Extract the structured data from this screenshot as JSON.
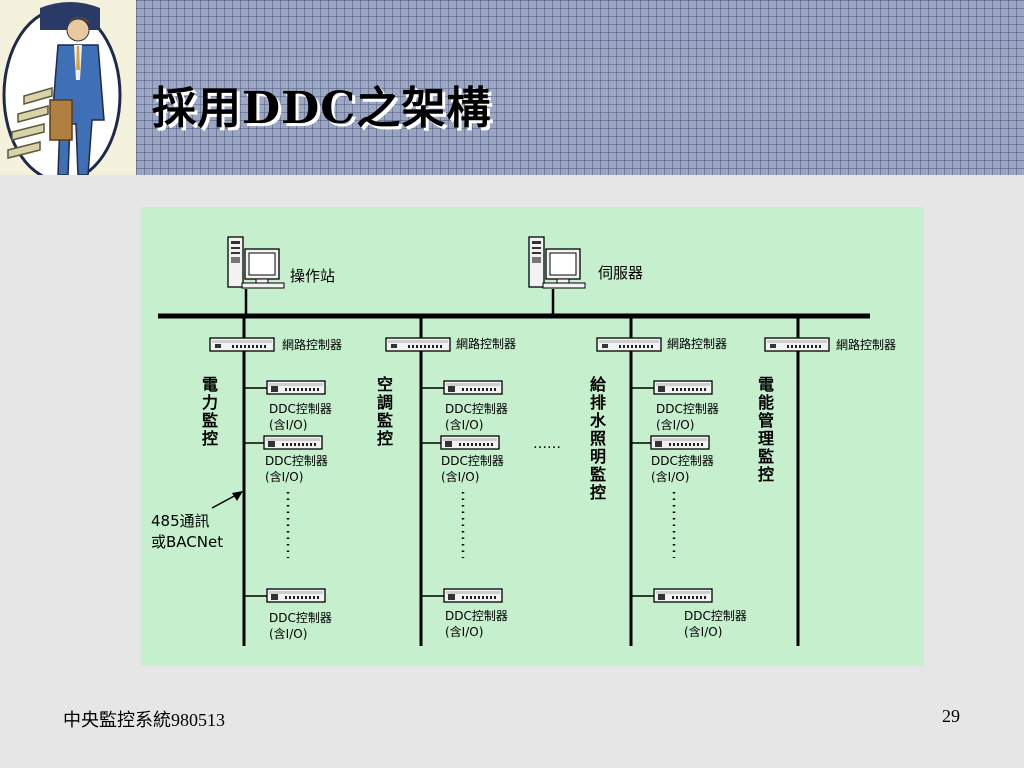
{
  "slide": {
    "title": "採用DDC之架構",
    "footer_left": "中央監控系統980513",
    "page_number": "29"
  },
  "diagram": {
    "workstation_label": "操作站",
    "server_label": "伺服器",
    "network_controller_label": "網路控制器",
    "ddc_label": "DDC控制器",
    "io_label": "(含I/O)",
    "branches": [
      {
        "name": "電力監控"
      },
      {
        "name": "空調監控"
      },
      {
        "name": "給排水照明監控"
      },
      {
        "name": "電能管理監控"
      }
    ],
    "ellipsis": "……",
    "comm_label_line1": "485通訊",
    "comm_label_line2": "或BACNet"
  },
  "colors": {
    "diagram_background": "#c6efce",
    "header_grid": "#9aa5c2"
  }
}
